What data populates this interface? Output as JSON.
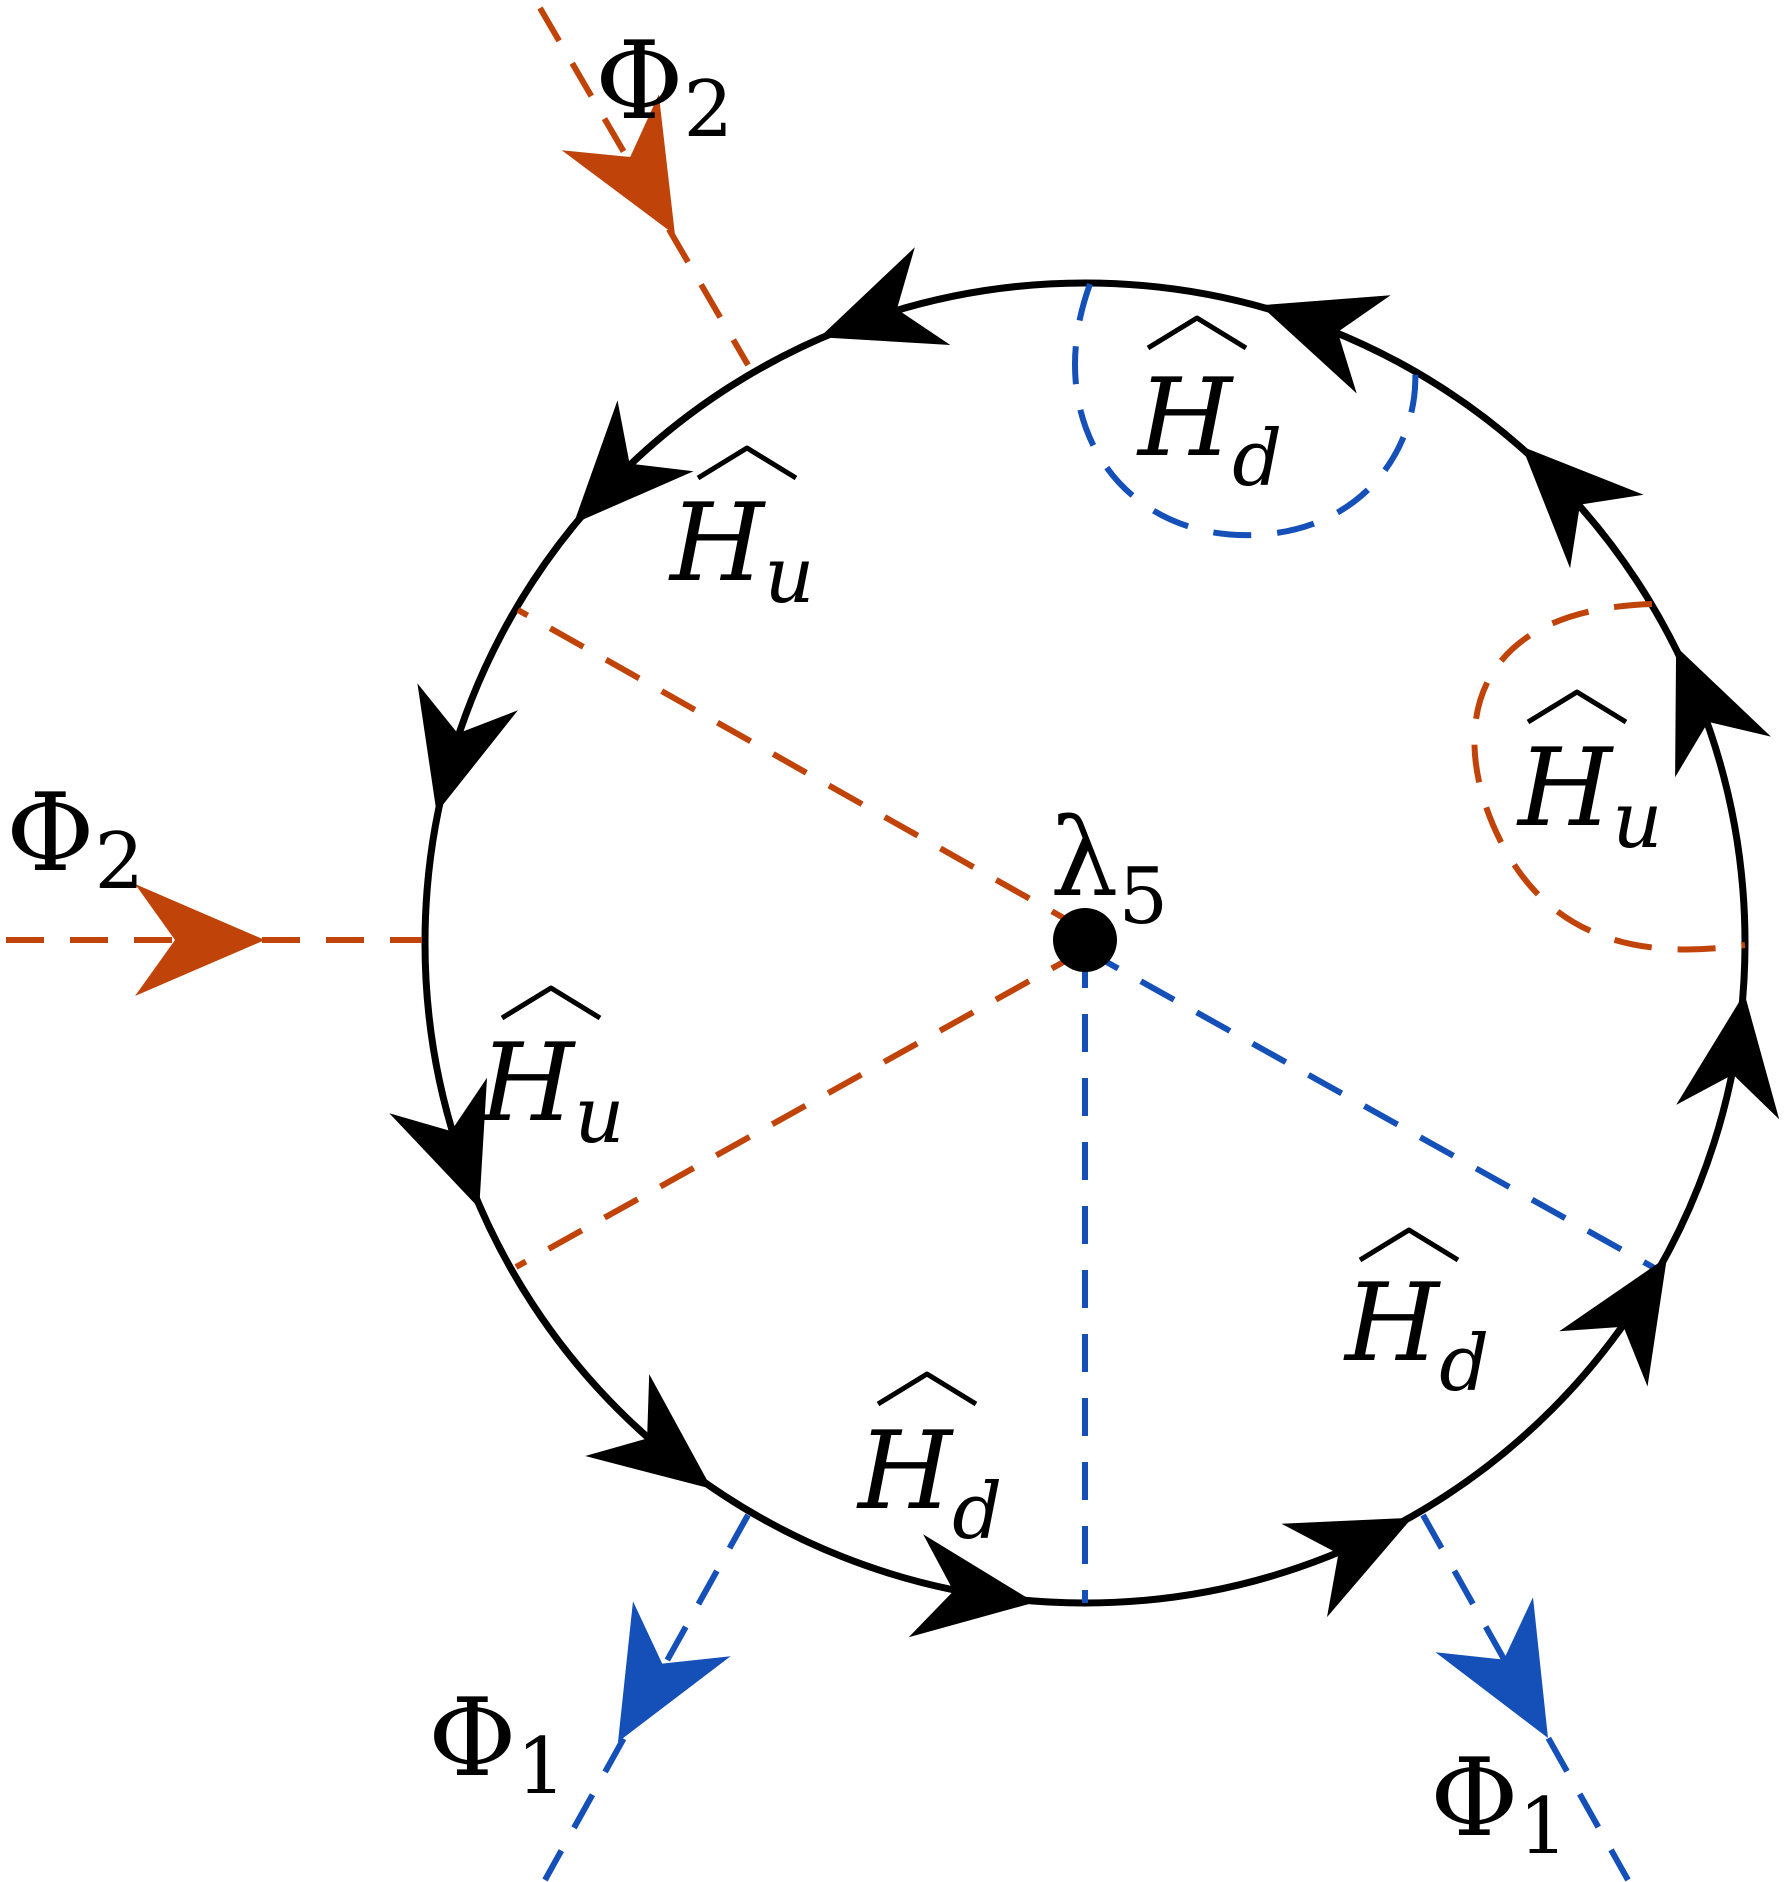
{
  "labels": {
    "phi2_top": {
      "main": "Φ",
      "sub": "2"
    },
    "phi2_left": {
      "main": "Φ",
      "sub": "2"
    },
    "phi1_left": {
      "main": "Φ",
      "sub": "1"
    },
    "phi1_right": {
      "main": "Φ",
      "sub": "1"
    },
    "vertex": {
      "main": "λ",
      "sub": "5"
    },
    "hu_top": {
      "main": "H",
      "sub": "u"
    },
    "hu_left": {
      "main": "H",
      "sub": "u"
    },
    "hu_right_loop": {
      "main": "H",
      "sub": "u"
    },
    "hd_top_loop": {
      "main": "H",
      "sub": "d"
    },
    "hd_bottom": {
      "main": "H",
      "sub": "d"
    },
    "hd_bottom_right": {
      "main": "H",
      "sub": "d"
    }
  },
  "colors": {
    "loop_line": "#000000",
    "phi2": "#C0440A",
    "phi1": "#1450B8",
    "vertex_dot": "#000000"
  }
}
